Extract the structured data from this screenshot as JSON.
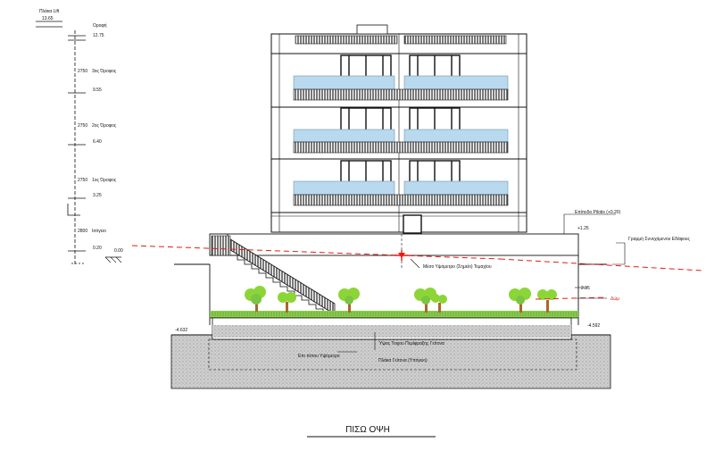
{
  "title": "ΠΙΣΩ ΟΨΗ",
  "level_scale": {
    "lift_slab": {
      "label": "Πλάκα Lift",
      "elevation": "13.65"
    },
    "levels": [
      {
        "label": "Οροφή",
        "elevation": "12.75"
      },
      {
        "label": "3ος Όροφος",
        "elevation": "9.55",
        "height": "2750"
      },
      {
        "label": "2ος Όροφος",
        "elevation": "6.40",
        "height": "2750"
      },
      {
        "label": "1ος Όροφος",
        "elevation": "3.25",
        "height": "2750"
      },
      {
        "label": "Ισόγειο",
        "elevation": "0.20",
        "height": "2800"
      }
    ],
    "ground": "0.00"
  },
  "annotations": {
    "pilotis_level": "Επίπεδο Pilotis (+0.20)",
    "pilotis_elev": "+1.25",
    "natural_ground": "Γραμμή Συνεχόμενου Εδάφους",
    "mid_height": "Μέσο Υψόμετρο (Σημείο) Τεμαχίου",
    "wall_height": "2.35",
    "wall_label": "Δώμ",
    "left_depth": "-4.632",
    "right_depth": "-4.592",
    "existing_level": "Επι τόπου Υψόμετρο",
    "neighbour_height": "Ύψος Τοιχου Περίφραξης Γείτονα",
    "neighbour_slab": "Πλάκα Γείτονα (Υπόγειο)"
  },
  "colors": {
    "ink": "#1a1a1a",
    "glass": "#b9d9ee",
    "grass": "#7cc444",
    "tree": "#8bd636",
    "trunk": "#a9672c",
    "red": "#e41b17",
    "soil": "#c8c8c8"
  }
}
